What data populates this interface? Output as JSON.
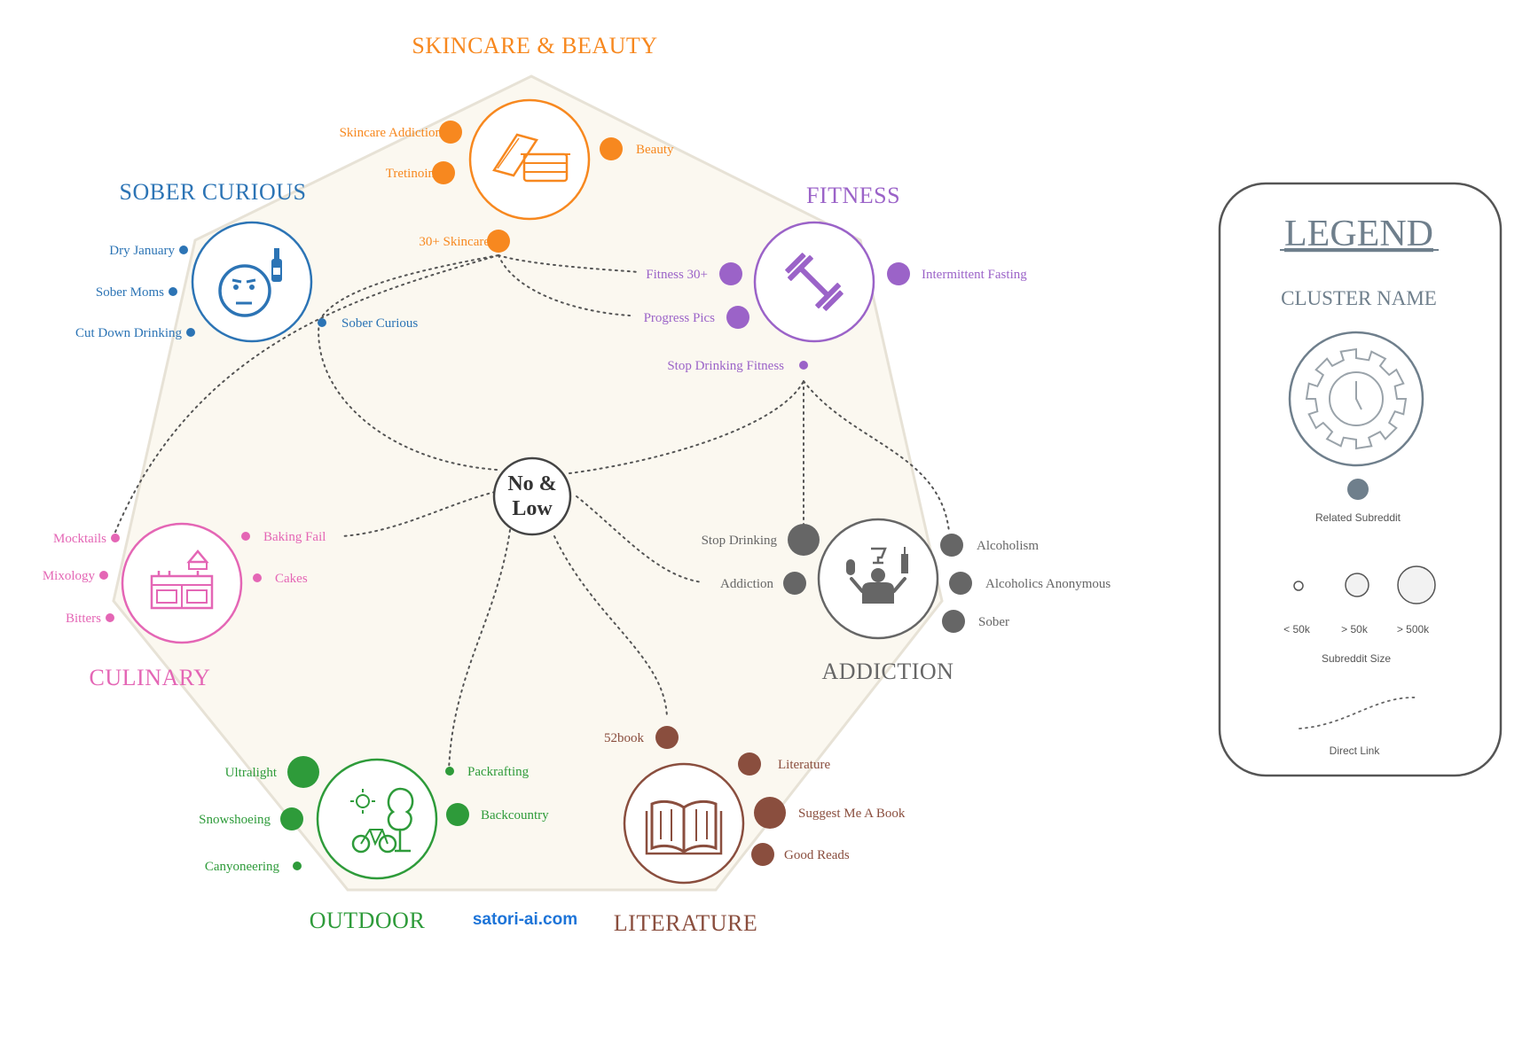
{
  "center": {
    "line1": "No &",
    "line2": "Low"
  },
  "watermark": "satori-ai.com",
  "colors": {
    "skincare": "#F7881F",
    "sober": "#2C74B5",
    "fitness": "#9B63C8",
    "culinary": "#E466B5",
    "addiction": "#666666",
    "outdoor": "#2E9B3A",
    "literature": "#8A4E3E",
    "legend": "#6F7F8C",
    "hub": "#FBF8F0"
  },
  "clusters": [
    {
      "id": "skincare",
      "title": "SKINCARE & BEAUTY",
      "icon": "cream-jar-icon",
      "nodes": [
        {
          "label": "Skincare Addiction",
          "size": "medium"
        },
        {
          "label": "Tretinoin",
          "size": "medium"
        },
        {
          "label": "Beauty",
          "size": "medium"
        },
        {
          "label": "30+ Skincare",
          "size": "medium"
        }
      ]
    },
    {
      "id": "sober",
      "title": "SOBER CURIOUS",
      "icon": "uneasy-face-bottle-icon",
      "nodes": [
        {
          "label": "Dry January",
          "size": "small"
        },
        {
          "label": "Sober Moms",
          "size": "small"
        },
        {
          "label": "Cut Down Drinking",
          "size": "small"
        },
        {
          "label": "Sober Curious",
          "size": "small"
        }
      ]
    },
    {
      "id": "fitness",
      "title": "FITNESS",
      "icon": "dumbbell-icon",
      "nodes": [
        {
          "label": "Fitness 30+",
          "size": "medium"
        },
        {
          "label": "Progress Pics",
          "size": "medium"
        },
        {
          "label": "Intermittent Fasting",
          "size": "medium"
        },
        {
          "label": "Stop Drinking Fitness",
          "size": "small"
        }
      ]
    },
    {
      "id": "culinary",
      "title": "CULINARY",
      "icon": "kitchen-stove-icon",
      "nodes": [
        {
          "label": "Mocktails",
          "size": "small"
        },
        {
          "label": "Mixology",
          "size": "small"
        },
        {
          "label": "Bitters",
          "size": "small"
        },
        {
          "label": "Baking Fail",
          "size": "small"
        },
        {
          "label": "Cakes",
          "size": "small"
        }
      ]
    },
    {
      "id": "addiction",
      "title": "ADDICTION",
      "icon": "juggling-person-icon",
      "nodes": [
        {
          "label": "Stop Drinking",
          "size": "large"
        },
        {
          "label": "Addiction",
          "size": "medium"
        },
        {
          "label": "Alcoholism",
          "size": "medium"
        },
        {
          "label": "Alcoholics Anonymous",
          "size": "medium"
        },
        {
          "label": "Sober",
          "size": "medium"
        }
      ]
    },
    {
      "id": "outdoor",
      "title": "OUTDOOR",
      "icon": "bike-tree-sun-icon",
      "nodes": [
        {
          "label": "Ultralight",
          "size": "large"
        },
        {
          "label": "Snowshoeing",
          "size": "medium"
        },
        {
          "label": "Canyoneering",
          "size": "small"
        },
        {
          "label": "Packrafting",
          "size": "small"
        },
        {
          "label": "Backcountry",
          "size": "medium"
        }
      ]
    },
    {
      "id": "literature",
      "title": "LITERATURE",
      "icon": "open-book-icon",
      "nodes": [
        {
          "label": "52book",
          "size": "medium"
        },
        {
          "label": "Literature",
          "size": "medium"
        },
        {
          "label": "Suggest Me A Book",
          "size": "large"
        },
        {
          "label": "Good Reads",
          "size": "medium"
        }
      ]
    }
  ],
  "legend": {
    "title": "LEGEND",
    "cluster_name": "CLUSTER NAME",
    "cluster_icon": "gear-clock-icon",
    "related_label": "Related Subreddit",
    "size_labels": [
      "< 50k",
      "> 50k",
      "> 500k"
    ],
    "size_title": "Subreddit Size",
    "link_label": "Direct Link"
  }
}
